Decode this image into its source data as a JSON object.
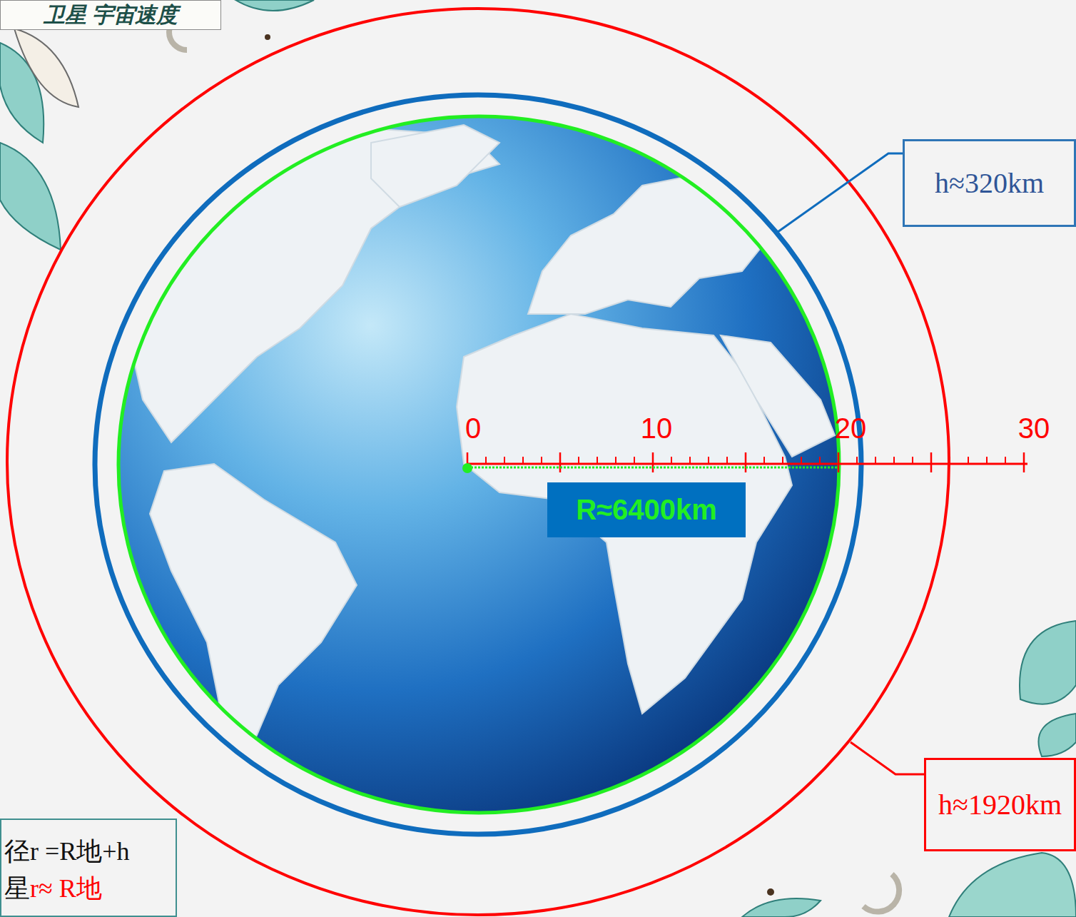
{
  "diagram": {
    "nodes": [
      {
        "text": [
          "卫星 宇宙速度"
        ]
      },
      {
        "text": [
          "h≈320km"
        ]
      },
      {
        "text": [
          "R≈6400km"
        ]
      },
      {
        "text": [
          "h≈1920km"
        ]
      },
      {
        "text": [
          "径r =R地+h",
          "星",
          "r≈ R地"
        ]
      }
    ],
    "labels": [
      "0",
      "10",
      "20",
      "30"
    ]
  }
}
